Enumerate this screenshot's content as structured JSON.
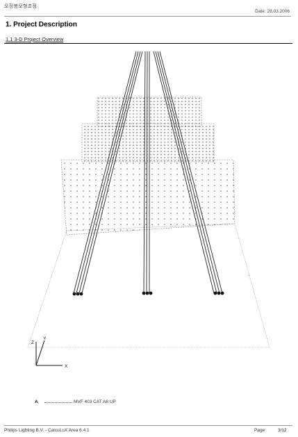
{
  "header": {
    "left_text": "오정봉모형조정",
    "date_text": "Date: 28.03.2006"
  },
  "section": {
    "title": "1. Project Description",
    "subtitle": "1.1 3-D Project Overview"
  },
  "figure": {
    "axis_labels": {
      "z": "Z",
      "y": "Y",
      "x": "X"
    }
  },
  "legend": {
    "letter": "A",
    "text": "MVF 403 CAT A8 UP"
  },
  "footer": {
    "left_text": "Philips Lighting B.V. - CalcuLuX Area 6.4.1",
    "page_label": "Page",
    "page_number": "3/12"
  }
}
